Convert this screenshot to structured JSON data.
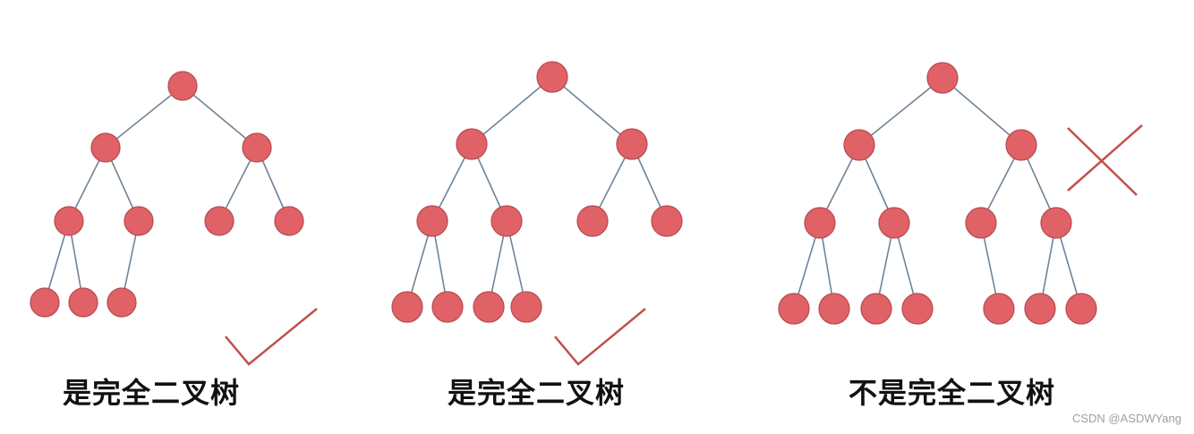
{
  "colors": {
    "node_fill": "#e06266",
    "node_stroke": "#b64a50",
    "edge": "#6f8497",
    "mark": "#c0504d"
  },
  "trees": [
    {
      "caption": "是完全二叉树",
      "verdict": "check",
      "nodes": [
        {
          "id": "t1-n1"
        },
        {
          "id": "t1-n2"
        },
        {
          "id": "t1-n3"
        },
        {
          "id": "t1-n4"
        },
        {
          "id": "t1-n5"
        },
        {
          "id": "t1-n6"
        },
        {
          "id": "t1-n7"
        },
        {
          "id": "t1-n8"
        },
        {
          "id": "t1-n9"
        },
        {
          "id": "t1-n10"
        }
      ]
    },
    {
      "caption": "是完全二叉树",
      "verdict": "check",
      "nodes": [
        {
          "id": "t2-n1"
        },
        {
          "id": "t2-n2"
        },
        {
          "id": "t2-n3"
        },
        {
          "id": "t2-n4"
        },
        {
          "id": "t2-n5"
        },
        {
          "id": "t2-n6"
        },
        {
          "id": "t2-n7"
        },
        {
          "id": "t2-n8"
        },
        {
          "id": "t2-n9"
        },
        {
          "id": "t2-n10"
        },
        {
          "id": "t2-n11"
        }
      ]
    },
    {
      "caption": "不是完全二叉树",
      "verdict": "cross",
      "nodes": [
        {
          "id": "t3-n1"
        },
        {
          "id": "t3-n2"
        },
        {
          "id": "t3-n3"
        },
        {
          "id": "t3-n4"
        },
        {
          "id": "t3-n5"
        },
        {
          "id": "t3-n6"
        },
        {
          "id": "t3-n7"
        },
        {
          "id": "t3-n8"
        },
        {
          "id": "t3-n9"
        },
        {
          "id": "t3-n10"
        },
        {
          "id": "t3-n11"
        },
        {
          "id": "t3-n12"
        },
        {
          "id": "t3-n13"
        },
        {
          "id": "t3-n14"
        }
      ]
    }
  ],
  "watermark": "CSDN @ASDWYang"
}
